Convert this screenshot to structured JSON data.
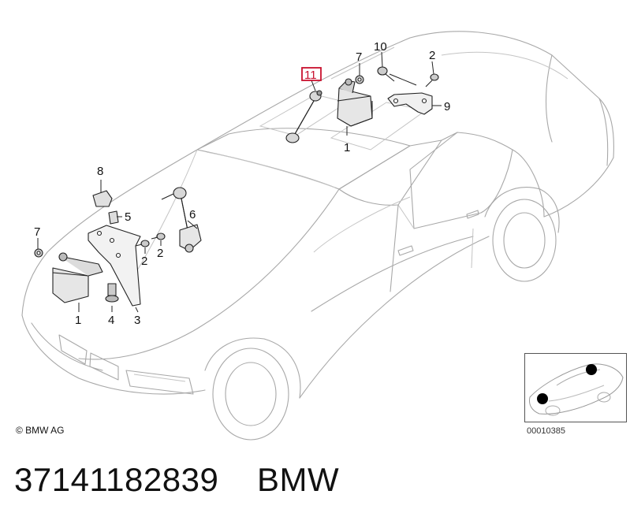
{
  "callouts": {
    "c1_top": "1",
    "c1_left": "1",
    "c2_top": "2",
    "c2_mid_a": "2",
    "c2_mid_b": "2",
    "c3": "3",
    "c4": "4",
    "c5": "5",
    "c6": "6",
    "c7_top": "7",
    "c7_left": "7",
    "c8": "8",
    "c9": "9",
    "c10": "10",
    "c11": "11"
  },
  "highlight_color": "#c8102e",
  "copyright": "© BMW AG",
  "reference": "00010385",
  "footer": {
    "part_number": "37141182839",
    "brand": "BMW"
  }
}
